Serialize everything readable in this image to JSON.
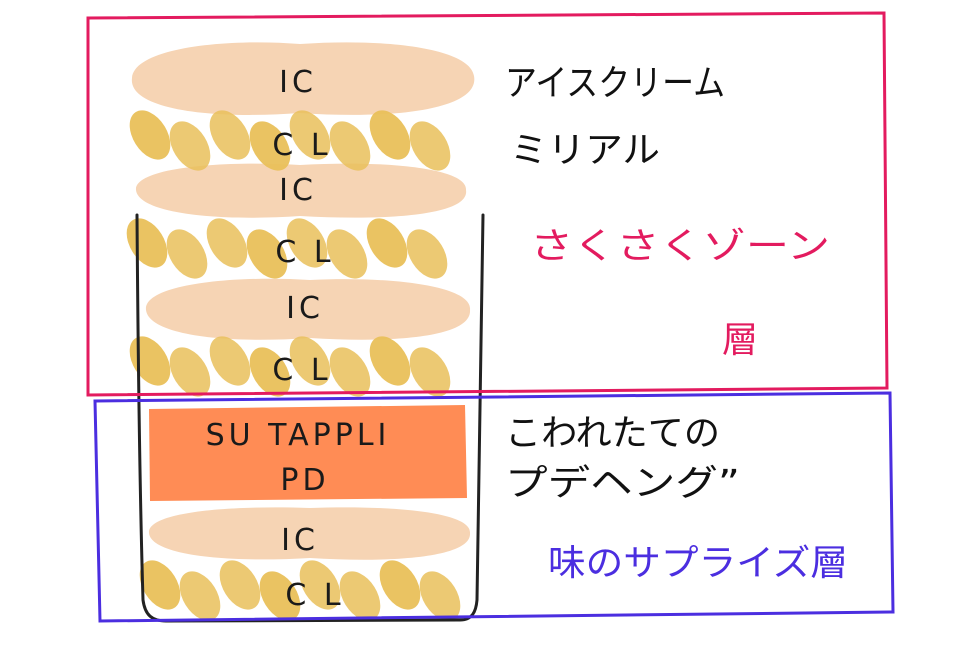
{
  "stack": [
    {
      "kind": "ice-cream",
      "label": "IC"
    },
    {
      "kind": "cereal",
      "label": "C L"
    },
    {
      "kind": "ice-cream",
      "label": "IC"
    },
    {
      "kind": "cereal",
      "label": "C L"
    },
    {
      "kind": "ice-cream",
      "label": "IC"
    },
    {
      "kind": "cereal",
      "label": "C L"
    },
    {
      "kind": "pudding",
      "lines": [
        "SU TAPPLI",
        "PD"
      ]
    },
    {
      "kind": "ice-cream",
      "label": "IC"
    },
    {
      "kind": "cereal",
      "label": "C L"
    }
  ],
  "labels": {
    "ice_cream": "アイスクリーム",
    "cereal": "ミリアル",
    "crispy_zone": "さくさくゾーン",
    "crispy_layer": "層",
    "pudding_line1": "こわれたての",
    "pudding_line2": "プデヘング”",
    "surprise_layer": "味のサプライズ層"
  },
  "colors": {
    "ice_cream": "#f6d4b4",
    "cereal": "#e9c05a",
    "pudding": "#ff8c55",
    "crispy_zone": "#e31b5f",
    "surprise_zone": "#4b2ee0",
    "cup": "#222222"
  }
}
